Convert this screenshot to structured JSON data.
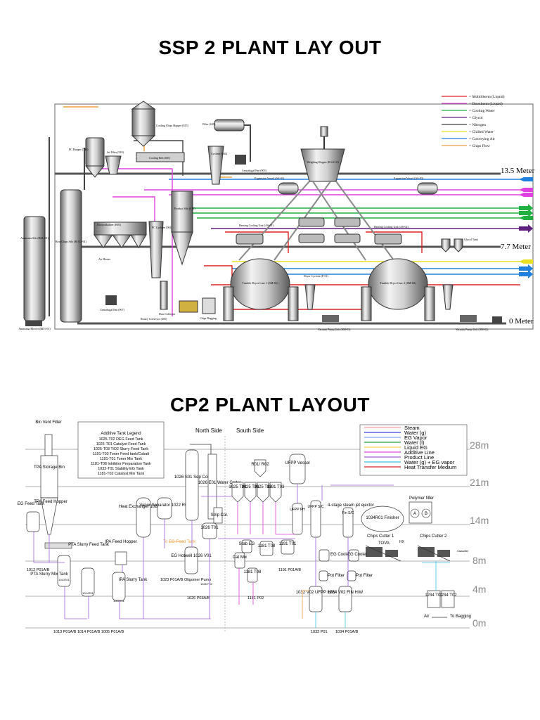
{
  "ssp": {
    "title": "SSP 2 PLANT LAY OUT",
    "levels": [
      "13.5 Meter",
      "7.7 Meter",
      "0 Meter"
    ],
    "legend": [
      {
        "label": "= Mobiltherm (Liquid)",
        "color": "#e02020"
      },
      {
        "label": "= Dowtherm (Liquid)",
        "color": "#e040e0"
      },
      {
        "label": "= Cooling Water",
        "color": "#20b040"
      },
      {
        "label": "= Glycol",
        "color": "#602080"
      },
      {
        "label": "= Nitrogen",
        "color": "#404040"
      },
      {
        "label": "= Chilled Water",
        "color": "#e8e020"
      },
      {
        "label": "= Conveying Air",
        "color": "#2080e0"
      },
      {
        "label": "= Chips Flow",
        "color": "#f0a040"
      }
    ],
    "equipment": {
      "cooling_chips_hopper": "Cooling Chips Hopper (615)",
      "filter": "Filter (639)",
      "pc_hopper": "PC Hopper (711)",
      "jet_filter": "Jet Filter (910)",
      "cooling_belt": "Cooling Belt (601)",
      "cyclone": "Cyclone (904)",
      "centrifugal_fan_top": "Centrifugal Fan (905)",
      "weighing_hopper": "Weighing Hopper (R-611-0)",
      "expansion_vessel_1": "Expansion Vessel (AS-01)",
      "expansion_vessel_2": "Expansion Vessel (AS-02)",
      "heating_cooling_1": "Heating Cooling Unit (AS-01)",
      "heating_cooling_2": "Heating Cooling Unit (AS-02)",
      "glycol_tank": "Glycol Tank",
      "deoxyalkalizer": "Dioxyalkalizer (B01)",
      "air_heater": "Air Heater",
      "product_silo": "Product Silo (615)",
      "pc_cyclone": "PC Cyclone (904)",
      "dust_collector": "Dust Collector",
      "rotary_conveyor": "Rotary Conveyor (405)",
      "centrifugal_fan_low": "Centrifugal Fan (907)",
      "ammonia_silo": "Ammonia Silo (BSL-01)",
      "raw_chips_silo": "Raw Chips Silo (R-311-01)",
      "ammonia_blower": "Ammonia Blower (BD1-01)",
      "chips_bagging": "Chips Bagging",
      "tumble_dryer_1": "Tumble Dryer Line 1 (SM-01)",
      "tumble_dryer_2": "Tumble Dryer Line 2 (SM-02)",
      "dryer_cyclone": "Dryer Cyclone (P-01)",
      "vacuum_pump_1": "Vacuum Pump Unit (SM-01)",
      "vacuum_pump_2": "Vacuum Pump Unit (SM-02)"
    }
  },
  "cp2": {
    "title": "CP2 PLANT LAYOUT",
    "levels": [
      "28m",
      "21m",
      "14m",
      "8m",
      "4m",
      "0m"
    ],
    "north_side": "North Side",
    "south_side": "South Side",
    "additive_legend": {
      "title": "Additive Tank  Legend",
      "items": [
        "1025-T02  DEG Feed Tank",
        "1025-T01  Catalyst Feed Tank",
        "1025-T03  TiO2 Slurry Feed Tank",
        "1191-T03  Toner Feed tank/Cobalt",
        "1191-T01  Toner Mix Tank",
        "1181-T08  Inhibitor Preparation Tank",
        "1032-T01  Stability EG Tank",
        "1181-T02  Catalyst Mix Tank"
      ]
    },
    "line_legend": [
      {
        "label": "Steam",
        "color": "#f0a0a0"
      },
      {
        "label": "Water (g)",
        "color": "#4040e0"
      },
      {
        "label": "EG Vapor",
        "color": "#80a0ff"
      },
      {
        "label": "Water (l)",
        "color": "#20a040"
      },
      {
        "label": "Liquid EG",
        "color": "#f0d040"
      },
      {
        "label": "Additive Line",
        "color": "#e040e0"
      },
      {
        "label": "Product Line",
        "color": "#a060e0"
      },
      {
        "label": "Water (g) + EG vapor",
        "color": "#40c0e0"
      },
      {
        "label": "Heat Transfer Medium",
        "color": "#e02020"
      }
    ],
    "labels": {
      "bin_vent": "Bin Vent Filter",
      "tpa_bin": "TPA Storage Bin",
      "eg_feed_tank": "EG Feed Tank",
      "tpa_feed_hopper": "TPA Feed Hopper",
      "p1012": "1012 P01A/B",
      "pta_slurry_mix": "PTA Slurry Mix Tank",
      "pta_slurry_feed": "PTA Slurry Feed Tank",
      "ipa_feed_hopper": "IPA Feed Hopper",
      "ipa_slurry": "IPA Slurry Tank",
      "tank_1013": "1013T01",
      "tank_1014": "1014T01",
      "tank_1005": "1005T01",
      "pumps_bottom_left": "1013 P01A/B   1014 P01A/B   1005 P01A/B",
      "heat_exchanger": "Heat Exchanger 1022 E01",
      "vapor_separator": "Vapor Separator 1022 R01",
      "to_eg_feed": "To EG Feed Tank",
      "eg_hotwell": "EG Hotwell 1026 V01",
      "oligomer_pump": "1023 P01A/B Oligomer Pump",
      "sep_col": "1026 S01 Sep Col.",
      "water_cndsr": "1026 E01 Water Cndsr",
      "t1026": "1026 T01",
      "strip_col": "Strip Col.",
      "p1026": "1026 P03A/B",
      "p1026f": "1026 F02",
      "t1025_02": "1025 T02",
      "t1025_01": "1025 T01",
      "t1025_03": "1025 T03",
      "r01r02": "R01/ R02",
      "t1191_03": "1191 T03",
      "stab_eg": "Stab EG",
      "cat_mix": "Cat Mix",
      "t1181_08": "1181 T08",
      "t1191_01": "1191 T01",
      "t1181": "1181 T08",
      "p1191": "1191 P01A/B",
      "p1181": "1181 P02",
      "ufpp_vessel": "UFPP Vessel",
      "ufpp_ph": "UFPP PH",
      "ufpp_sc": "UFPP S/C",
      "fin_sc": "Fin S/C",
      "jet_ejector": "4-stage steam jet ejector",
      "finisher": "1034R01 Finisher",
      "hx": "HX",
      "tova": "TOVA",
      "polymer_filter": "Polymer filter",
      "a": "A",
      "b": "B",
      "eg_cooler_1": "EG Cooler",
      "eg_cooler_2": "EG Cooler",
      "pot_filter_1": "Pot Filter",
      "pot_filter_2": "Pot Filter",
      "ufpp_hw": "1032 V02 UFPP H/W",
      "fin_hw": "1034 V02 FIN H/W",
      "p1032": "1032 P01",
      "p1034": "1034 P01A/B",
      "chips_cutter_1": "Chips Cutter 1",
      "chips_cutter_2": "Chips Cutter 2",
      "t1234_01": "1234 T01",
      "t1234_02": "1234 T02",
      "air": "Air",
      "to_bagging": "To Bagging",
      "classifier": "Classifier"
    }
  }
}
